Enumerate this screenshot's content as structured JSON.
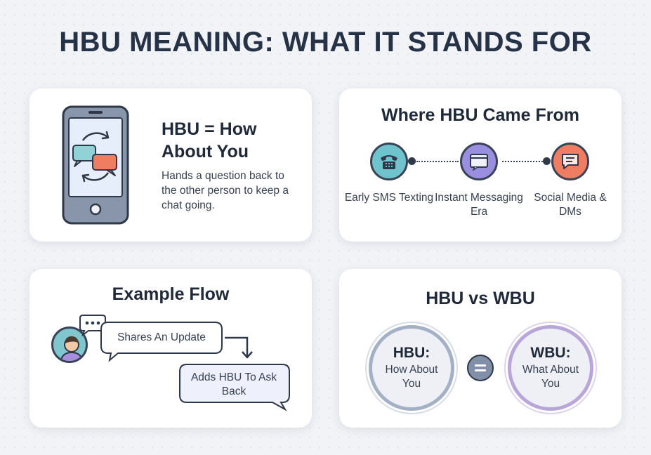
{
  "title": "HBU MEANING: WHAT IT STANDS FOR",
  "definition": {
    "heading": "HBU = How About You",
    "description": "Hands a question back to the other person to keep a chat going."
  },
  "origin": {
    "title": "Where HBU Came From",
    "stages": [
      {
        "label": "Early SMS Texting",
        "icon": "telephone-icon",
        "color": "#6ec3cc"
      },
      {
        "label": "Instant Messaging Era",
        "icon": "chat-window-icon",
        "color": "#9a8ee0"
      },
      {
        "label": "Social Media & DMs",
        "icon": "message-icon",
        "color": "#ee7d62"
      }
    ]
  },
  "example": {
    "title": "Example Flow",
    "step1": "Shares An Update",
    "step2": "Adds HBU To Ask Back"
  },
  "compare": {
    "title": "HBU vs WBU",
    "left": {
      "abbr": "HBU:",
      "meaning": "How About You"
    },
    "right": {
      "abbr": "WBU:",
      "meaning": "What About You"
    }
  },
  "colors": {
    "accent_teal": "#6ec3cc",
    "accent_purple": "#9a8ee0",
    "accent_orange": "#ee7d62",
    "dark": "#263246"
  }
}
